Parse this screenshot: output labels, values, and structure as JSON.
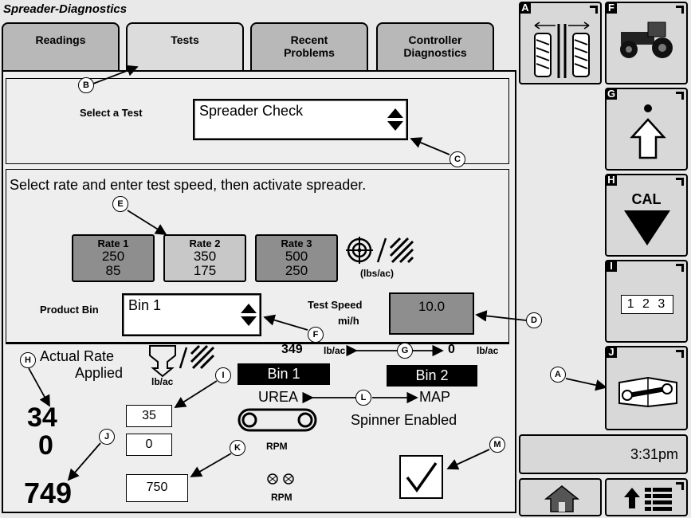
{
  "window": {
    "title": "Spreader-Diagnostics"
  },
  "tabs": [
    {
      "label": "Readings"
    },
    {
      "label": "Tests"
    },
    {
      "label": "Recent\nProblems"
    },
    {
      "label": "Controller\nDiagnostics"
    }
  ],
  "test_select": {
    "label": "Select a Test",
    "value": "Spreader Check"
  },
  "instruction": "Select rate and enter test speed, then activate spreader.",
  "rates": [
    {
      "label": "Rate 1",
      "value1": "250",
      "value2": "85"
    },
    {
      "label": "Rate 2",
      "value1": "350",
      "value2": "175"
    },
    {
      "label": "Rate 3",
      "value1": "500",
      "value2": "250"
    }
  ],
  "rate_unit": "(lbs/ac)",
  "product_bin": {
    "label": "Product Bin",
    "value": "Bin 1"
  },
  "test_speed": {
    "label": "Test Speed",
    "unit": "mi/h",
    "value": "10.0"
  },
  "actual_rate": {
    "label_line1": "Actual Rate",
    "label_line2": "Applied",
    "unit": "lb/ac"
  },
  "bin_rates": {
    "bin1_value": "349",
    "bin1_unit": "lb/ac",
    "bin2_value": "0",
    "bin2_unit": "lb/ac"
  },
  "bins": {
    "bin1": "Bin 1",
    "bin2": "Bin 2",
    "product1": "UREA",
    "product2": "MAP"
  },
  "spinner_status": "Spinner Enabled",
  "readouts": {
    "big_values": [
      "34",
      "0",
      "749"
    ],
    "box_values": [
      "35",
      "0",
      "750"
    ],
    "rpm_label_1": "RPM",
    "rpm_label_2": "RPM"
  },
  "callouts": [
    "A",
    "B",
    "C",
    "D",
    "E",
    "F",
    "G",
    "H",
    "I",
    "J",
    "K",
    "L",
    "M"
  ],
  "side_buttons": {
    "A": {
      "letter": "A",
      "icon": "track-width-icon"
    },
    "F": {
      "letter": "F",
      "icon": "tractor-spreader-icon"
    },
    "G": {
      "letter": "G",
      "icon": "up-arrow-icon"
    },
    "H": {
      "letter": "H",
      "label": "CAL",
      "icon": "down-triangle-icon"
    },
    "I": {
      "letter": "I",
      "label": "1 2 3",
      "icon": "numeric-keypad-icon"
    },
    "J": {
      "letter": "J",
      "icon": "manual-wrench-icon"
    }
  },
  "clock": "3:31pm",
  "footer_icons": [
    "home-icon",
    "menu-up-icon"
  ],
  "colors": {
    "background": "#e9e9e9",
    "tab_inactive": "#b8b8b8",
    "tab_active": "#dcdcdc",
    "rate_selected": "#c8c8c8",
    "rate_unselected": "#8e8e8e",
    "black": "#000000"
  }
}
